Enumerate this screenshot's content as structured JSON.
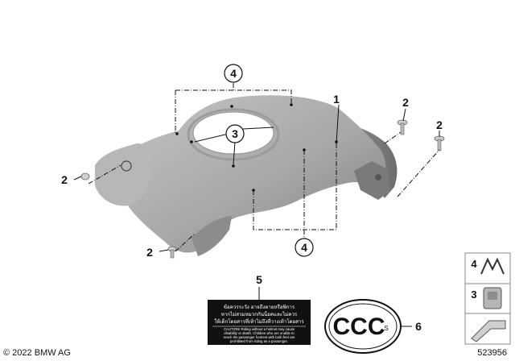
{
  "callouts": {
    "tank_cover": "1",
    "screw_upper_right": "2",
    "screw_right": "2",
    "screw_left": "2",
    "screw_bottom": "2",
    "clip_center": "3",
    "marker_top": "4",
    "marker_bottom": "4",
    "warning_label": "5",
    "ccc_label": "6"
  },
  "warning_label": {
    "thai_line_1": "ข้อควรระวัง อาจถึงตายหรือพิการ",
    "thai_line_2": "หากไม่สวมหมวกกันน็อคและไม่ควร",
    "thai_line_3": "ให้เด็กโดยสารที่เท้าไม่ถึงที่วางเท้าโดยสาร",
    "en_line_1": "CAUTION! Riding without a helmet may cause",
    "en_line_2": "disability or death. Children who are unable to",
    "en_line_3": "reach the passenger footrest with both feet are",
    "en_line_4": "prohibited from riding as a passenger."
  },
  "ccc_mark": {
    "letters": "CCC",
    "suffix": "S"
  },
  "legend": [
    {
      "number": "4",
      "icon": "dashed-marker-icon"
    },
    {
      "number": "3",
      "icon": "clip-nut-icon"
    },
    {
      "number": "",
      "icon": "arrow-icon"
    }
  ],
  "footer": {
    "copyright": "© 2022 BMW AG",
    "diagram_id": "523956"
  },
  "colors": {
    "part_fill": "#aaaaaa",
    "part_shade": "#8a8a8a",
    "label_bg": "#111111",
    "line": "#111111"
  }
}
